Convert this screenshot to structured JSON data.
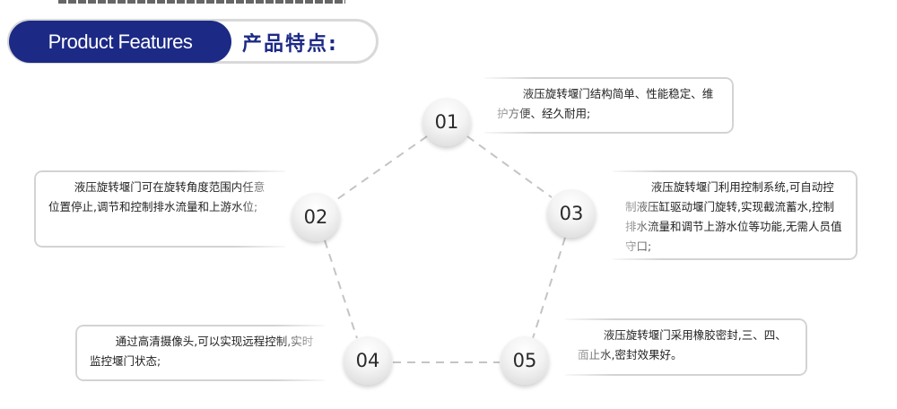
{
  "header": {
    "title_en": "Product Features",
    "title_cn": "产品特点:",
    "accent_color": "#1c2a86",
    "pill_border_color": "#d9d9d9"
  },
  "features": [
    {
      "number": "01",
      "text": "液压旋转堰门结构简单、性能稳定、维护方便、经久耐用;"
    },
    {
      "number": "02",
      "text": "液压旋转堰门可在旋转角度范围内任意位置停止,调节和控制排水流量和上游水位;"
    },
    {
      "number": "03",
      "text": "液压旋转堰门利用控制系统,可自动控制液压缸驱动堰门旋转,实现截流蓄水,控制排水流量和调节上游水位等功能,无需人员值守口;"
    },
    {
      "number": "04",
      "text": "通过高清摄像头,可以实现远程控制,实时监控堰门状态;"
    },
    {
      "number": "05",
      "text": "液压旋转堰门采用橡胶密封,三、四、面止水,密封效果好。"
    }
  ]
}
